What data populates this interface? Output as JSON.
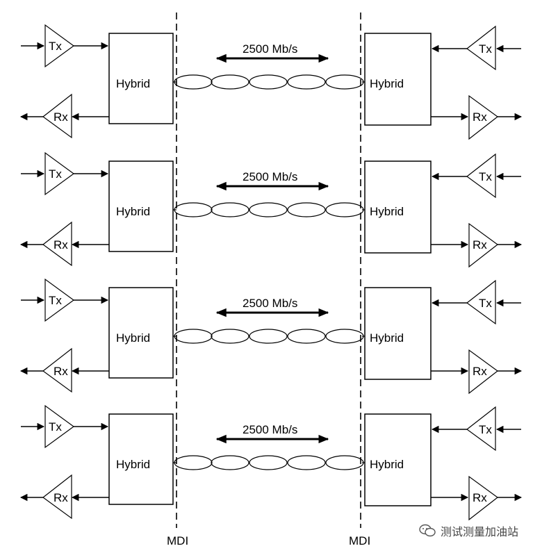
{
  "mdi_labels": {
    "left": "MDI",
    "right": "MDI"
  },
  "channels": [
    {
      "rate": "2500 Mb/s",
      "hybrid_left": "Hybrid",
      "hybrid_right": "Hybrid",
      "tx": "Tx",
      "rx": "Rx"
    },
    {
      "rate": "2500 Mb/s",
      "hybrid_left": "Hybrid",
      "hybrid_right": "Hybrid",
      "tx": "Tx",
      "rx": "Rx"
    },
    {
      "rate": "2500 Mb/s",
      "hybrid_left": "Hybrid",
      "hybrid_right": "Hybrid",
      "tx": "Tx",
      "rx": "Rx"
    },
    {
      "rate": "2500 Mb/s",
      "hybrid_left": "Hybrid",
      "hybrid_right": "Hybrid",
      "tx": "Tx",
      "rx": "Rx"
    }
  ],
  "watermark": {
    "text": "测试测量加油站",
    "icon": "wechat-logo-icon"
  }
}
